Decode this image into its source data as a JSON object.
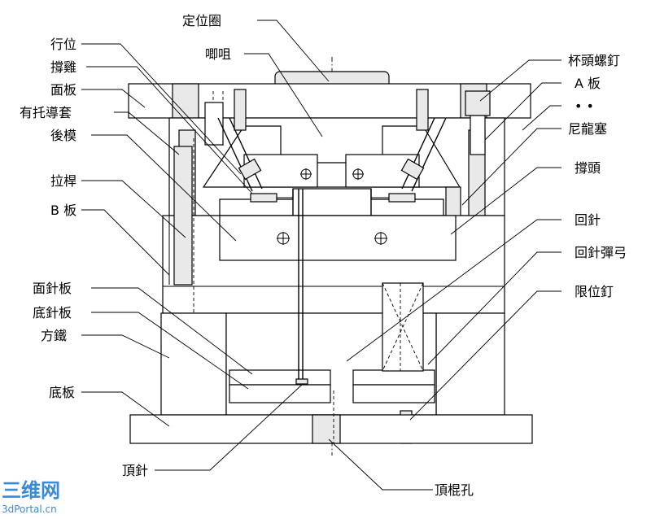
{
  "labels": {
    "locating_ring": "定位圈",
    "sprue": "唧咀",
    "slide": "行位",
    "wedge": "撐雞",
    "top_plate": "面板",
    "guide_bushing": "有托導套",
    "cavity_core": "後模",
    "puller_bolt": "拉桿",
    "b_plate": "B 板",
    "ejector_plate": "面針板",
    "ejector_retainer": "底針板",
    "spacer_block": "方鐵",
    "bottom_plate": "底板",
    "ejector_pin": "頂針",
    "ko_hole": "頂棍孔",
    "cap_screw": "杯頭螺釘",
    "a_plate": "A 板",
    "dots": "• •",
    "nylon_plug": "尼龍塞",
    "support_pillar": "撐頭",
    "return_pin": "回針",
    "return_spring": "回針彈弓",
    "stop_pin": "限位釘"
  },
  "watermark": {
    "logo": "三维网",
    "site": "3dPortal.cn"
  }
}
